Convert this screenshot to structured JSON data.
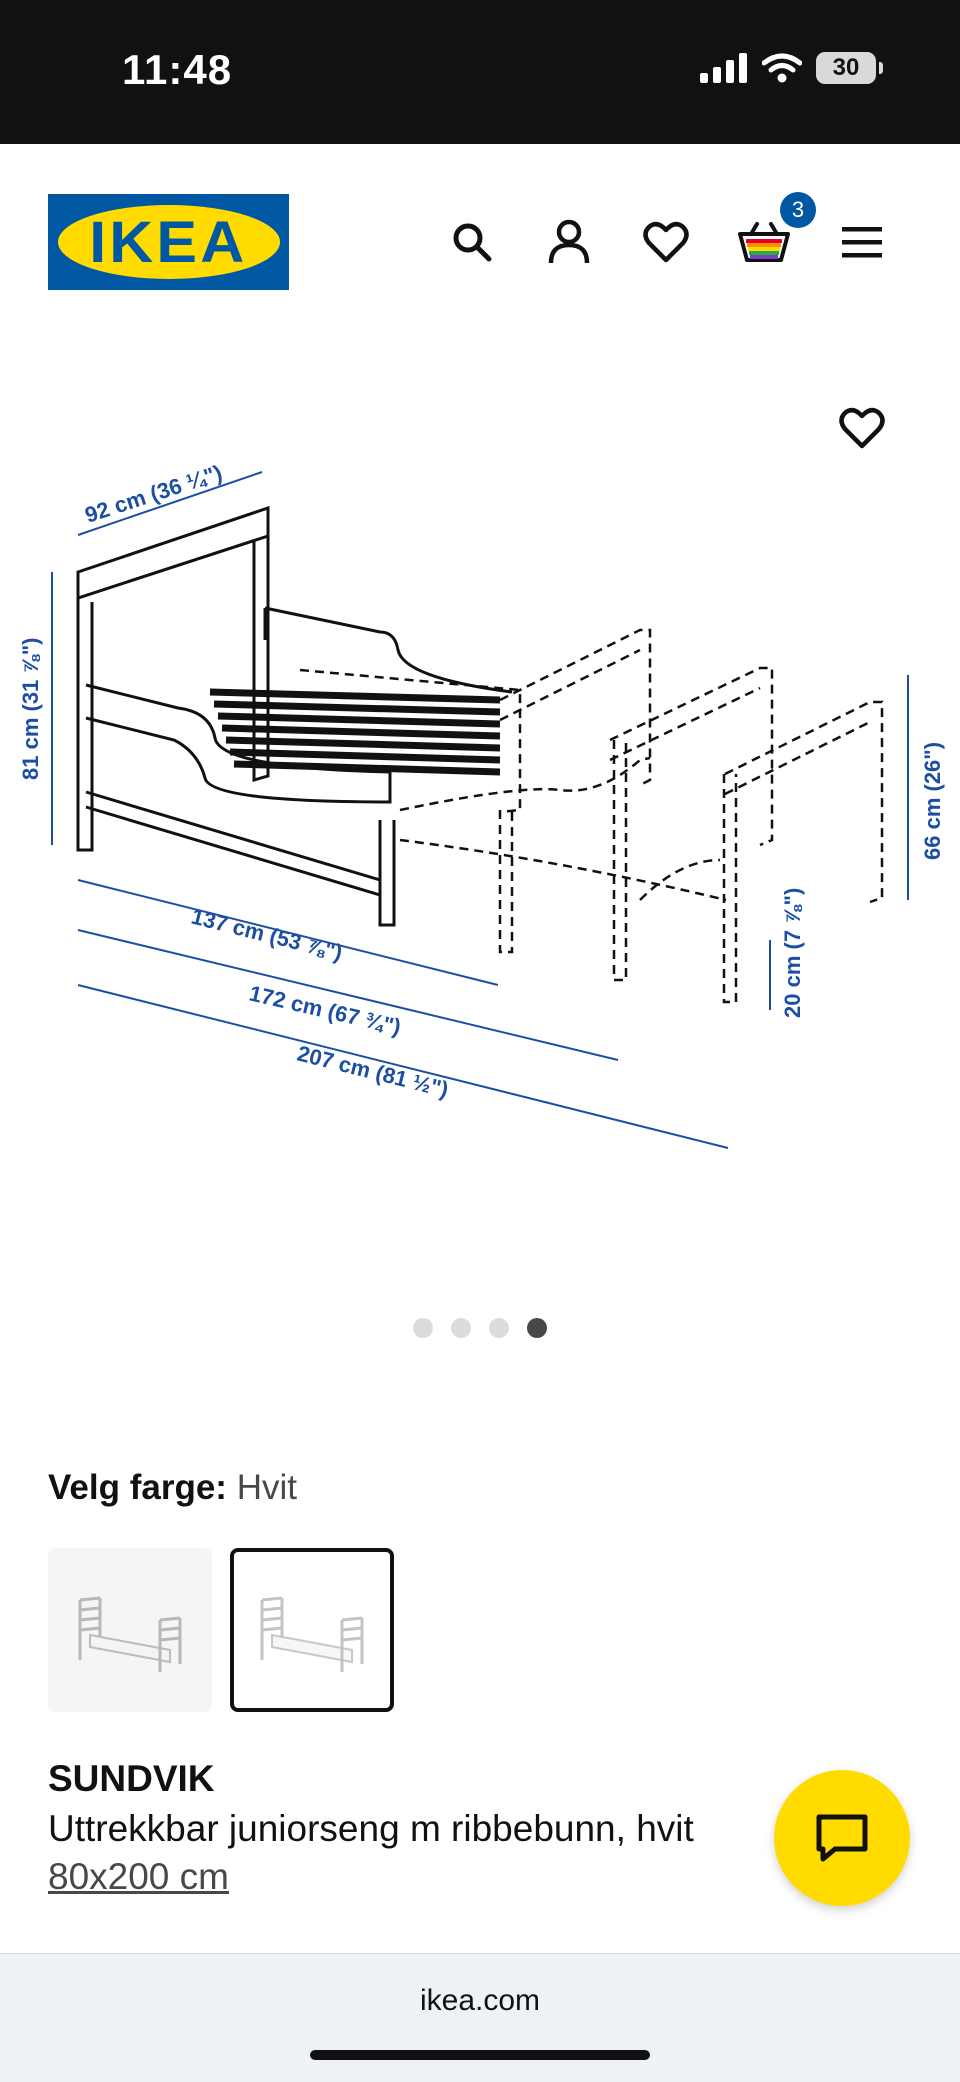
{
  "status": {
    "time": "11:48",
    "battery": "30"
  },
  "header": {
    "logo_text": "IKEA",
    "cart_count": "3"
  },
  "gallery": {
    "dimensions": {
      "width": "92 cm (36 ¼\")",
      "height": "81 cm (31 ⅞\")",
      "length_1": "137 cm (53 ⅞\")",
      "length_2": "172 cm (67 ¾\")",
      "length_3": "207 cm (81 ½\")",
      "foot_height": "66 cm (26\")",
      "bed_height": "20 cm (7 ⅞\")"
    },
    "slides_total": 4,
    "active_slide": 4
  },
  "color": {
    "label": "Velg farge:",
    "value": "Hvit"
  },
  "product": {
    "name": "SUNDVIK",
    "description": "Uttrekkbar juniorseng m ribbebunn, hvit",
    "size": "80x200 cm"
  },
  "browser": {
    "url": "ikea.com"
  },
  "colors": {
    "ikea_blue": "#0058a3",
    "ikea_yellow": "#ffdb00",
    "dimension_blue": "#1c4fa3"
  }
}
